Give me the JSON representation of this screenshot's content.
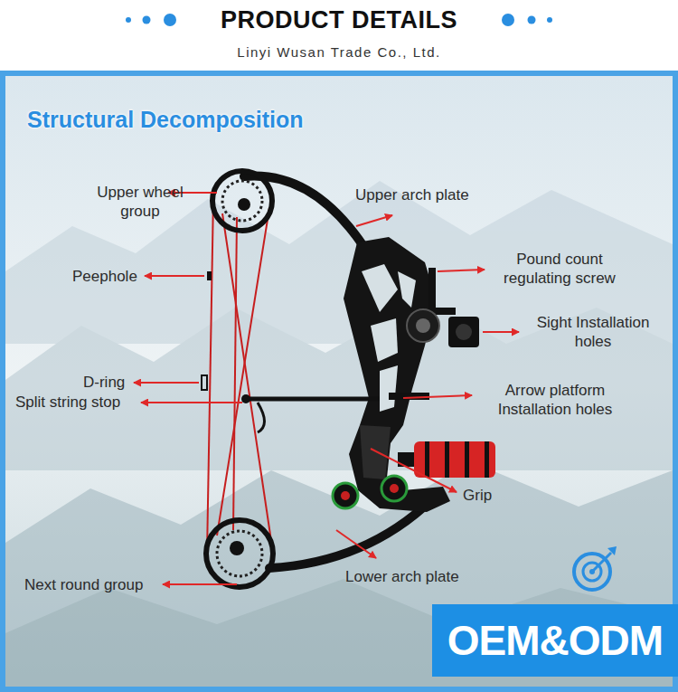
{
  "diagram": {
    "title": "PRODUCT DETAILS",
    "nodes": [
      {
        "text": [
          "OEM&ODM"
        ]
      }
    ],
    "labels": [
      "Linyi Wusan Trade Co., Ltd.",
      "Structural Decomposition",
      "Upper wheel group",
      "Upper arch plate",
      "Peephole",
      "Pound count regulating screw",
      "Sight Installation holes",
      "D-ring",
      "Split string stop",
      "Arrow platform Installation holes",
      "Grip",
      "Next round group",
      "Lower arch plate"
    ]
  }
}
